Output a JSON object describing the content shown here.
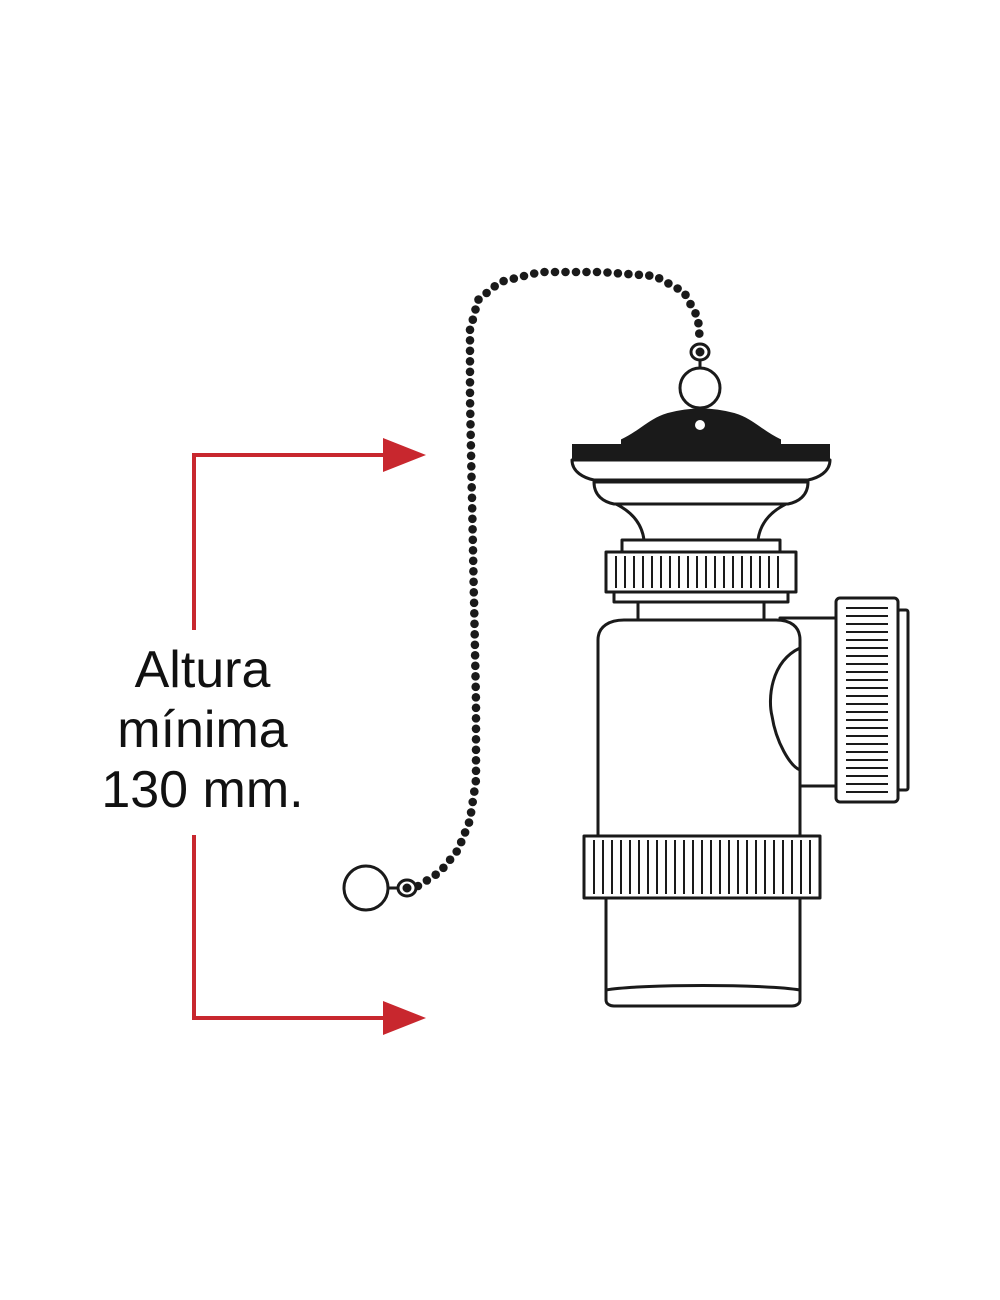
{
  "dimension_label": {
    "line1": "Altura",
    "line2": "mínima",
    "line3": "130 mm."
  },
  "colors": {
    "dimension_arrow": "#c8272e",
    "outline": "#1a1a1a",
    "fill": "#ffffff",
    "chain": "#1a1a1a"
  },
  "icons": [
    "sink-drain-trap-illustration",
    "plug-stopper-icon",
    "ball-chain-icon",
    "dimension-arrow-icon"
  ]
}
